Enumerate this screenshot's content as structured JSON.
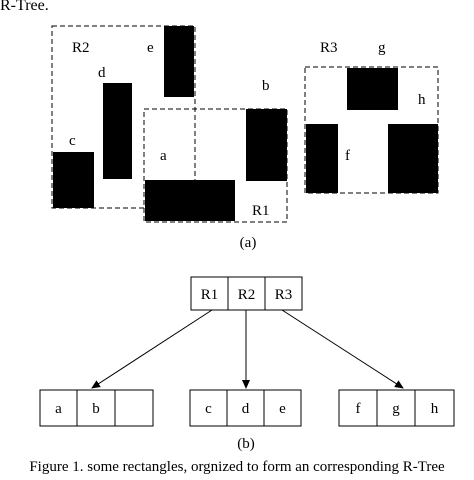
{
  "header_fragment": "R-Tree.",
  "panel_a": {
    "label": "(a)",
    "groups": [
      "R1",
      "R2",
      "R3"
    ],
    "rect_labels": [
      "a",
      "b",
      "c",
      "d",
      "e",
      "f",
      "g",
      "h"
    ]
  },
  "panel_b": {
    "label": "(b)",
    "root": [
      "R1",
      "R2",
      "R3"
    ],
    "leaves": [
      [
        "a",
        "b",
        ""
      ],
      [
        "c",
        "d",
        "e"
      ],
      [
        "f",
        "g",
        "h"
      ]
    ]
  },
  "caption": "Figure 1.    some rectangles, orgnized to form an corresponding R-Tree"
}
